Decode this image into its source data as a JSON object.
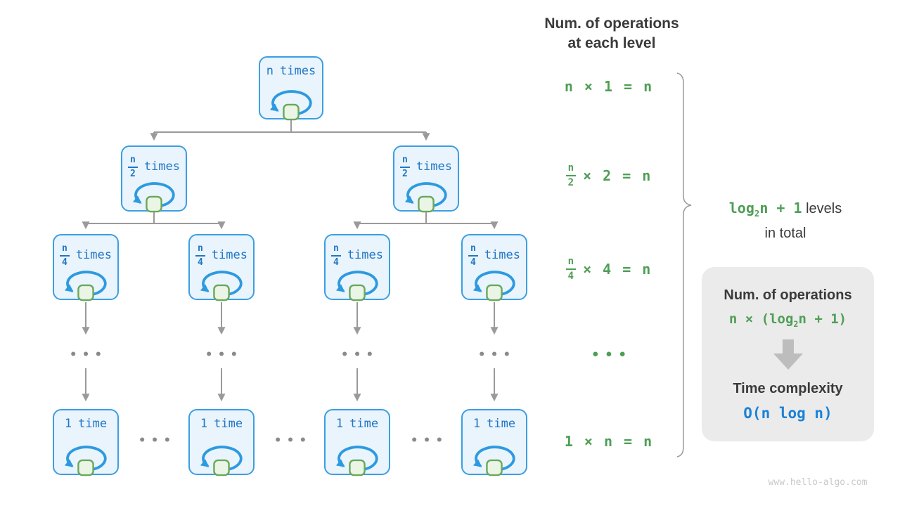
{
  "header": {
    "line1": "Num. of operations",
    "line2": "at each level"
  },
  "tree": {
    "ellipsis": "•••",
    "levels": [
      {
        "nodes": [
          {
            "count": "n",
            "word": "times"
          }
        ]
      },
      {
        "nodes": [
          {
            "num": "n",
            "den": "2",
            "word": "times"
          },
          {
            "num": "n",
            "den": "2",
            "word": "times"
          }
        ]
      },
      {
        "nodes": [
          {
            "num": "n",
            "den": "4",
            "word": "times"
          },
          {
            "num": "n",
            "den": "4",
            "word": "times"
          },
          {
            "num": "n",
            "den": "4",
            "word": "times"
          },
          {
            "num": "n",
            "den": "4",
            "word": "times"
          }
        ]
      },
      {
        "nodes": [
          {
            "count": "1",
            "word": "time"
          },
          {
            "count": "1",
            "word": "time"
          },
          {
            "count": "1",
            "word": "time"
          },
          {
            "count": "1",
            "word": "time"
          }
        ]
      }
    ]
  },
  "formulas": {
    "rows": [
      {
        "text": "n × 1 = n"
      },
      {
        "num": "n",
        "den": "2",
        "rest": "× 2 = n"
      },
      {
        "num": "n",
        "den": "4",
        "rest": "× 4 = n"
      },
      {
        "text": "•••"
      },
      {
        "text": "1 × n = n"
      }
    ]
  },
  "brace_label": {
    "math_pre": "log",
    "math_sub": "2",
    "math_post": "n + 1",
    "rest": " levels",
    "line2": "in total"
  },
  "summary_box": {
    "title1": "Num. of operations",
    "formula_pre": "n × (log",
    "formula_sub": "2",
    "formula_post": "n + 1)",
    "title2": "Time complexity",
    "result": "O(n log n)"
  },
  "watermark": "www.hello-algo.com",
  "colors": {
    "node_border": "#3b9ee3",
    "node_bg": "#e9f4fc",
    "node_text": "#2176c5",
    "loop_blue": "#2d9ae0",
    "square_border": "#6aa85c",
    "square_fill": "#ebf5e5",
    "formula_green": "#4f9e55",
    "result_blue": "#1b82d6",
    "line_gray": "#9a9a9a"
  }
}
